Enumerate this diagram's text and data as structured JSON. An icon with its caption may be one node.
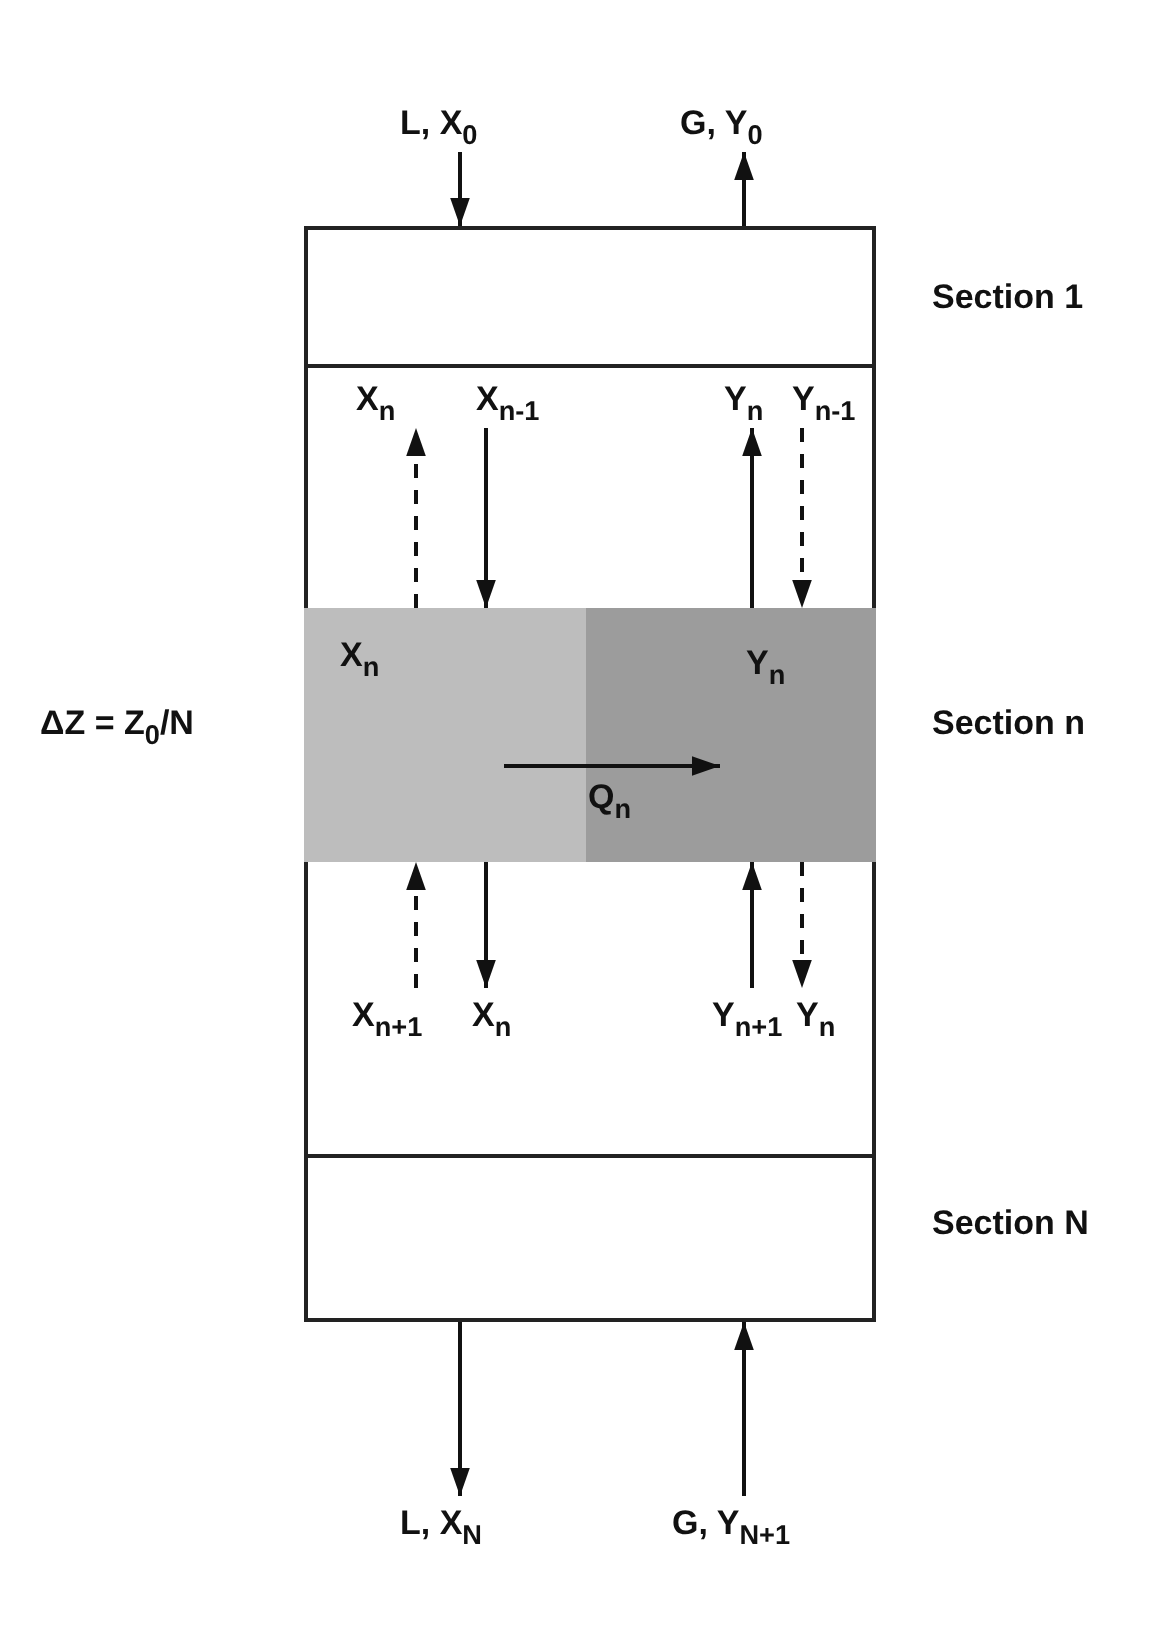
{
  "diagram": {
    "nodes": [
      {
        "text": [
          "L, X$_{0}$"
        ]
      },
      {
        "text": [
          "G, Y$_{0}$"
        ]
      },
      {
        "text": [],
        "shape": "box"
      },
      {
        "text": [],
        "shape": "box",
        "in": 2,
        "beside": [
          "Section 1"
        ]
      },
      {
        "text": [
          "X$_{n}$"
        ],
        "in": 2
      },
      {
        "text": [
          "X$_{n-1}$"
        ],
        "in": 2
      },
      {
        "text": [
          "Y$_{n}$"
        ],
        "in": 2
      },
      {
        "text": [
          "Y$_{n-1}$"
        ],
        "in": 2
      },
      {
        "text": [],
        "shape": "box",
        "in": 2,
        "beside": [
          "Section n"
        ]
      },
      {
        "text": [
          "X$_{n}$"
        ],
        "in": 8
      },
      {
        "text": [
          "Y$_{n}$"
        ],
        "in": 8
      },
      {
        "text": [
          "X$_{n+1}$"
        ],
        "in": 2
      },
      {
        "text": [
          "X$_{n}$"
        ],
        "in": 2
      },
      {
        "text": [
          "Y$_{n+1}$"
        ],
        "in": 2
      },
      {
        "text": [
          "Y$_{n}$"
        ],
        "in": 2
      },
      {
        "text": [],
        "shape": "box",
        "in": 2,
        "beside": [
          "Section N"
        ]
      },
      {
        "text": [
          "L, X$_{N}$"
        ]
      },
      {
        "text": [
          "G, Y$_{N+1}$"
        ]
      }
    ],
    "edges": [
      {
        "from": 0,
        "to": 3,
        "arrow": "to"
      },
      {
        "from": 3,
        "to": 1,
        "arrow": "to"
      },
      {
        "from": 9,
        "to": 4,
        "arrow": "to",
        "style": "dashed"
      },
      {
        "from": 5,
        "to": 9,
        "arrow": "to"
      },
      {
        "from": 10,
        "to": 6,
        "arrow": "to"
      },
      {
        "from": 7,
        "to": 10,
        "arrow": "to",
        "style": "dashed"
      },
      {
        "from": 9,
        "to": 10,
        "arrow": "to",
        "label": "Q$_{n}$"
      },
      {
        "from": 11,
        "to": 9,
        "arrow": "to",
        "style": "dashed"
      },
      {
        "from": 9,
        "to": 12,
        "arrow": "to"
      },
      {
        "from": 13,
        "to": 10,
        "arrow": "to"
      },
      {
        "from": 10,
        "to": 14,
        "arrow": "to",
        "style": "dashed"
      },
      {
        "from": 15,
        "to": 16,
        "arrow": "to"
      },
      {
        "from": 17,
        "to": 15,
        "arrow": "to"
      }
    ],
    "labels": [
      "ΔZ = Z$_{0}$/N"
    ]
  }
}
